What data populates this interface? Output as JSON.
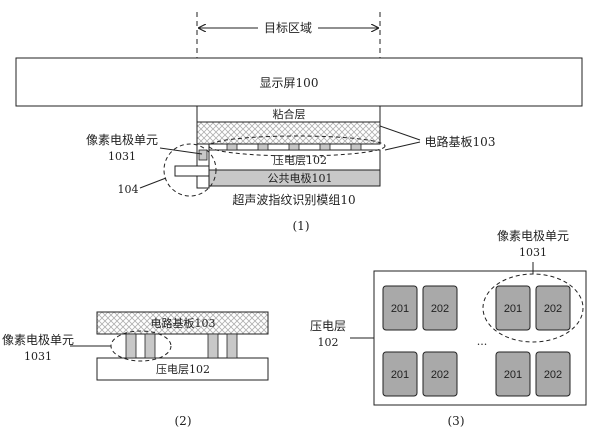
{
  "figure1": {
    "target_region": "目标区域",
    "display_screen": "显示屏100",
    "adhesive_layer": "粘合层",
    "pixel_electrode_unit": "像素电极单元",
    "pixel_electrode_number": "1031",
    "circuit_substrate": "电路基板103",
    "piezo_layer": "压电层102",
    "common_electrode": "公共电极101",
    "label_104": "104",
    "module_name": "超声波指纹识别模组10",
    "caption": "(1)"
  },
  "figure2": {
    "circuit_substrate": "电路基板103",
    "piezo_layer": "压电层102",
    "pixel_electrode_unit": "像素电极单元",
    "pixel_electrode_number": "1031",
    "caption": "(2)"
  },
  "figure3": {
    "pixel_electrode_unit": "像素电极单元",
    "pixel_electrode_number": "1031",
    "piezo_layer": "压电层",
    "piezo_number": "102",
    "ellipsis": "...",
    "cells": {
      "c201a": "201",
      "c202a": "202",
      "c201b": "201",
      "c202b": "202",
      "c201c": "201",
      "c202c": "202",
      "c201d": "201",
      "c202d": "202"
    },
    "caption": "(3)"
  },
  "colors": {
    "line": "#222222",
    "substrate_fill": "#e8e8e8",
    "electrode_fill": "#c8c8c8",
    "cell_fill": "#a9a9a9",
    "module_fill": "#d9d9d9"
  }
}
